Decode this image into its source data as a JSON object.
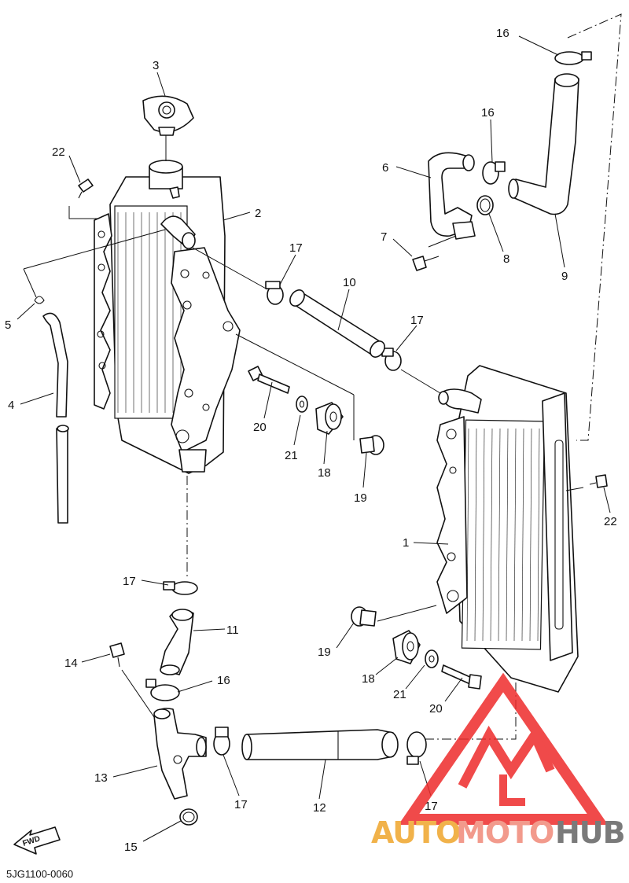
{
  "document_number": "5JG1100-0060",
  "fwd_label": "FWD",
  "watermark": {
    "part1": "AUTO",
    "part2": "MOTO",
    "part3": "HUB",
    "colors": {
      "auto": "#f1b24a",
      "moto": "#f29a8c",
      "hub": "#7a7a7a",
      "logo": "#ee2b2b"
    }
  },
  "callouts": {
    "c16_top": "16",
    "c3": "3",
    "c22_top": "22",
    "c6": "6",
    "c16_mid": "16",
    "c2": "2",
    "c7": "7",
    "c8": "8",
    "c9": "9",
    "c5": "5",
    "c17_a": "17",
    "c10": "10",
    "c17_b": "17",
    "c4": "4",
    "c20_a": "20",
    "c21_a": "21",
    "c18_a": "18",
    "c19_a": "19",
    "c22_right": "22",
    "c1": "1",
    "c17_c": "17",
    "c11": "11",
    "c14": "14",
    "c16_low": "16",
    "c19_b": "19",
    "c18_b": "18",
    "c21_b": "21",
    "c20_b": "20",
    "c13": "13",
    "c17_d": "17",
    "c12": "12",
    "c17_e": "17",
    "c15": "15"
  }
}
